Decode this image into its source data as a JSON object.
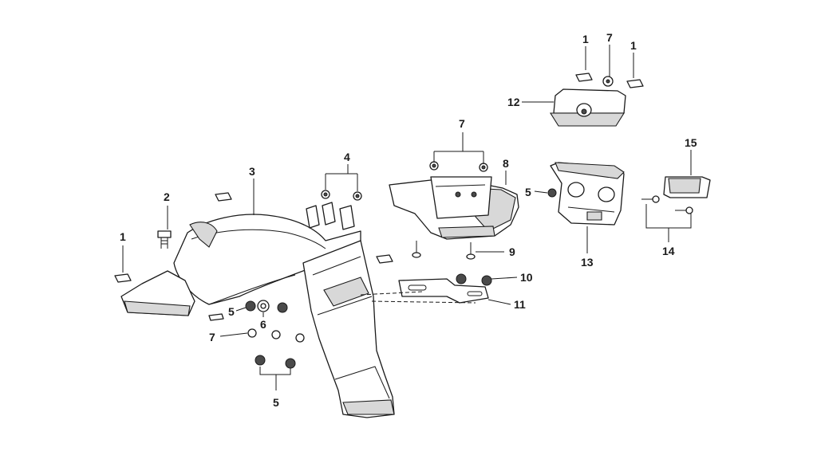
{
  "callouts": {
    "c1a": "1",
    "c1b": "1",
    "c1c": "1",
    "c2": "2",
    "c3": "3",
    "c4": "4",
    "c5a": "5",
    "c5b": "5",
    "c5c": "5",
    "c6": "6",
    "c7a": "7",
    "c7b": "7",
    "c7c": "7",
    "c8": "8",
    "c9": "9",
    "c10": "10",
    "c11": "11",
    "c12": "12",
    "c13": "13",
    "c14": "14",
    "c15": "15"
  }
}
